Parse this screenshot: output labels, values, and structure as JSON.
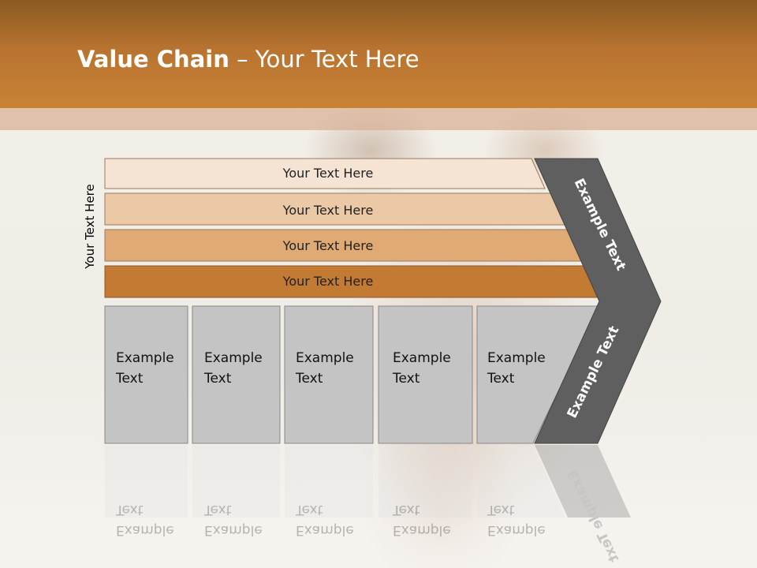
{
  "slide": {
    "title_bold": "Value Chain",
    "title_rest": " – Your Text Here",
    "side_label": "Your Text Here"
  },
  "bands": [
    {
      "label": "Your Text Here",
      "color": "#f5e4d4"
    },
    {
      "label": "Your Text Here",
      "color": "#ecc9a6"
    },
    {
      "label": "Your Text Here",
      "color": "#dfaa74"
    },
    {
      "label": "Your Text Here",
      "color": "#c37a33"
    }
  ],
  "columns": [
    {
      "line1": "Example",
      "line2": "Text"
    },
    {
      "line1": "Example",
      "line2": "Text"
    },
    {
      "line1": "Example",
      "line2": "Text"
    },
    {
      "line1": "Example",
      "line2": "Text"
    },
    {
      "line1": "Example",
      "line2": "Text"
    }
  ],
  "arrow": {
    "upper_label": "Example Text",
    "lower_label": "Example Text",
    "color": "#5f5f5f"
  },
  "colors": {
    "header": "#b87330",
    "column_fill": "#c4c4c4"
  }
}
